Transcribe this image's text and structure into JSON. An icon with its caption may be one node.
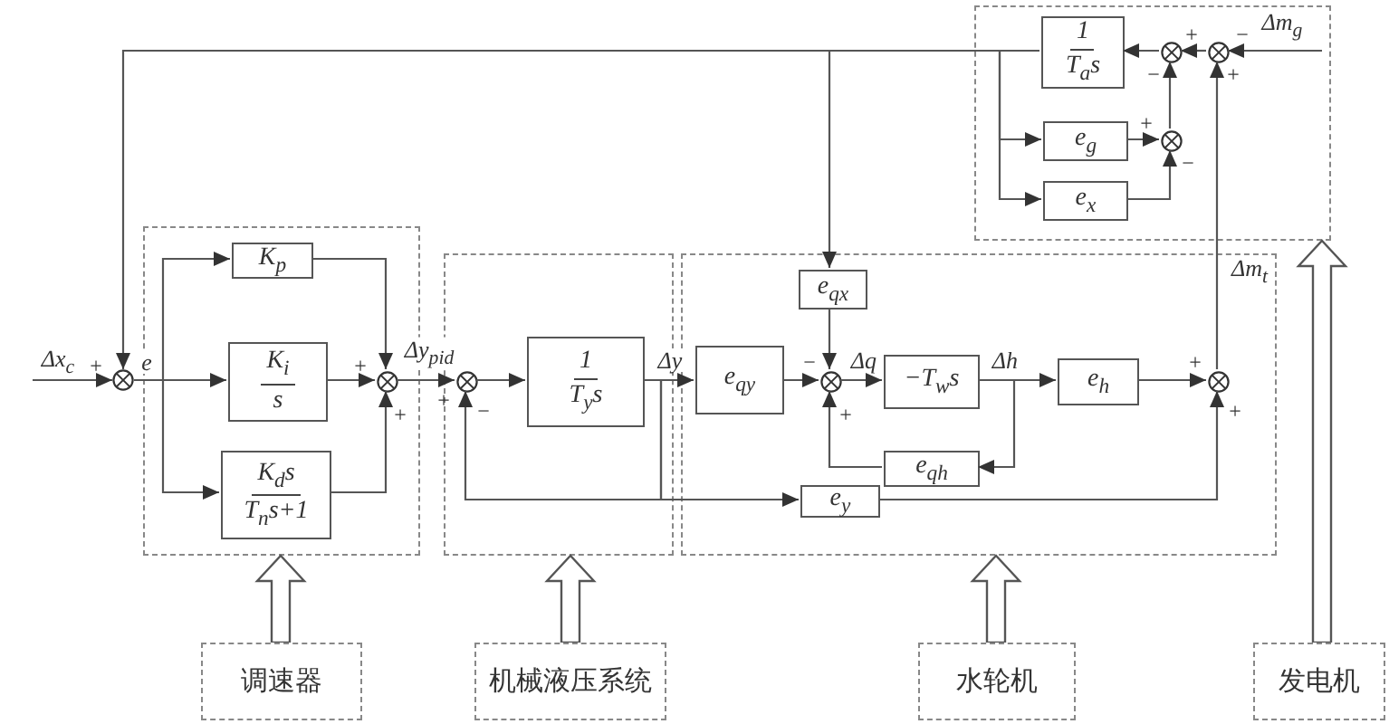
{
  "diagram": {
    "nodes": [
      {
        "text": [],
        "shape": "box"
      },
      {
        "text": [
          "K$_{p}$"
        ],
        "in": 0
      },
      {
        "text": [
          "K$_{i}$",
          "s"
        ],
        "in": 0
      },
      {
        "text": [
          "K$_{d}$s",
          "T$_{n}$s+1"
        ],
        "in": 0
      },
      {
        "text": [],
        "shape": "circle"
      },
      {
        "text": [],
        "shape": "circle",
        "in": 0
      },
      {
        "text": [],
        "shape": "box"
      },
      {
        "text": [],
        "shape": "circle",
        "in": 6
      },
      {
        "text": [
          "1",
          "T$_{y}$s"
        ],
        "in": 6
      },
      {
        "text": [],
        "shape": "box"
      },
      {
        "text": [
          "e$_{qx}$"
        ],
        "in": 9
      },
      {
        "text": [
          "e$_{qy}$"
        ],
        "in": 9
      },
      {
        "text": [],
        "shape": "circle",
        "in": 9
      },
      {
        "text": [
          "−T$_{w}$s"
        ],
        "in": 9
      },
      {
        "text": [
          "e$_{h}$"
        ],
        "in": 9
      },
      {
        "text": [],
        "shape": "circle",
        "in": 9
      },
      {
        "text": [
          "e$_{qh}$"
        ],
        "in": 9
      },
      {
        "text": [
          "e$_{y}$"
        ],
        "in": 9
      },
      {
        "text": [],
        "shape": "box"
      },
      {
        "text": [
          "1",
          "T$_{a}$s"
        ],
        "in": 18
      },
      {
        "text": [],
        "shape": "circle",
        "in": 18
      },
      {
        "text": [],
        "shape": "circle",
        "in": 18
      },
      {
        "text": [
          "e$_{g}$"
        ],
        "in": 18
      },
      {
        "text": [],
        "shape": "circle",
        "in": 18
      },
      {
        "text": [
          "e$_{x}$"
        ],
        "in": 18
      },
      {
        "text": [
          "调速器"
        ]
      },
      {
        "text": [
          "机械液压系统"
        ]
      },
      {
        "text": [
          "水轮机"
        ]
      },
      {
        "text": [
          "发电机"
        ]
      }
    ],
    "edges": [
      {
        "from": null,
        "to": 4,
        "arrow": "to",
        "label": "Δx$_{c}$"
      },
      {
        "from": 4,
        "to": 1,
        "arrow": "to",
        "label": "e"
      },
      {
        "from": 4,
        "to": 2,
        "arrow": "to"
      },
      {
        "from": 4,
        "to": 3,
        "arrow": "to"
      },
      {
        "from": 1,
        "to": 5,
        "arrow": "to"
      },
      {
        "from": 2,
        "to": 5,
        "arrow": "to"
      },
      {
        "from": 3,
        "to": 5,
        "arrow": "to"
      },
      {
        "from": 5,
        "to": 7,
        "arrow": "to",
        "label": "Δy$_{pid}$"
      },
      {
        "from": 7,
        "to": 8,
        "arrow": "to"
      },
      {
        "from": 8,
        "to": 7,
        "arrow": "to"
      },
      {
        "from": 8,
        "to": 17,
        "arrow": "to"
      },
      {
        "from": 8,
        "to": 11,
        "arrow": "to",
        "label": "Δy"
      },
      {
        "from": 11,
        "to": 12,
        "arrow": "to"
      },
      {
        "from": 10,
        "to": 12,
        "arrow": "to"
      },
      {
        "from": 12,
        "to": 13,
        "arrow": "to",
        "label": "Δq"
      },
      {
        "from": 13,
        "to": 14,
        "arrow": "to",
        "label": "Δh"
      },
      {
        "from": 13,
        "to": 16,
        "arrow": "to"
      },
      {
        "from": 16,
        "to": 12,
        "arrow": "to"
      },
      {
        "from": 14,
        "to": 15,
        "arrow": "to"
      },
      {
        "from": 17,
        "to": 15,
        "arrow": "to"
      },
      {
        "from": 15,
        "to": 21,
        "arrow": "to",
        "label": "Δm$_{t}$"
      },
      {
        "from": null,
        "to": 21,
        "arrow": "to",
        "label": "Δm$_{g}$"
      },
      {
        "from": 21,
        "to": 20,
        "arrow": "to"
      },
      {
        "from": 20,
        "to": 19,
        "arrow": "to"
      },
      {
        "from": 19,
        "to": 4,
        "arrow": "to"
      },
      {
        "from": 19,
        "to": 10,
        "arrow": "to"
      },
      {
        "from": 19,
        "to": 22,
        "arrow": "to"
      },
      {
        "from": 19,
        "to": 24,
        "arrow": "to"
      },
      {
        "from": 22,
        "to": 23,
        "arrow": "to"
      },
      {
        "from": 24,
        "to": 23,
        "arrow": "to"
      },
      {
        "from": 23,
        "to": 20,
        "arrow": "to"
      },
      {
        "from": 25,
        "to": 0,
        "arrow": "to"
      },
      {
        "from": 26,
        "to": 6,
        "arrow": "to"
      },
      {
        "from": 27,
        "to": 9,
        "arrow": "to"
      },
      {
        "from": 28,
        "to": 18,
        "arrow": "to"
      }
    ],
    "labels": [
      "+",
      "−",
      "−",
      "+",
      "+",
      "−",
      "+",
      "+",
      "+",
      "+",
      "−",
      "−",
      "+",
      "+",
      "+"
    ]
  }
}
